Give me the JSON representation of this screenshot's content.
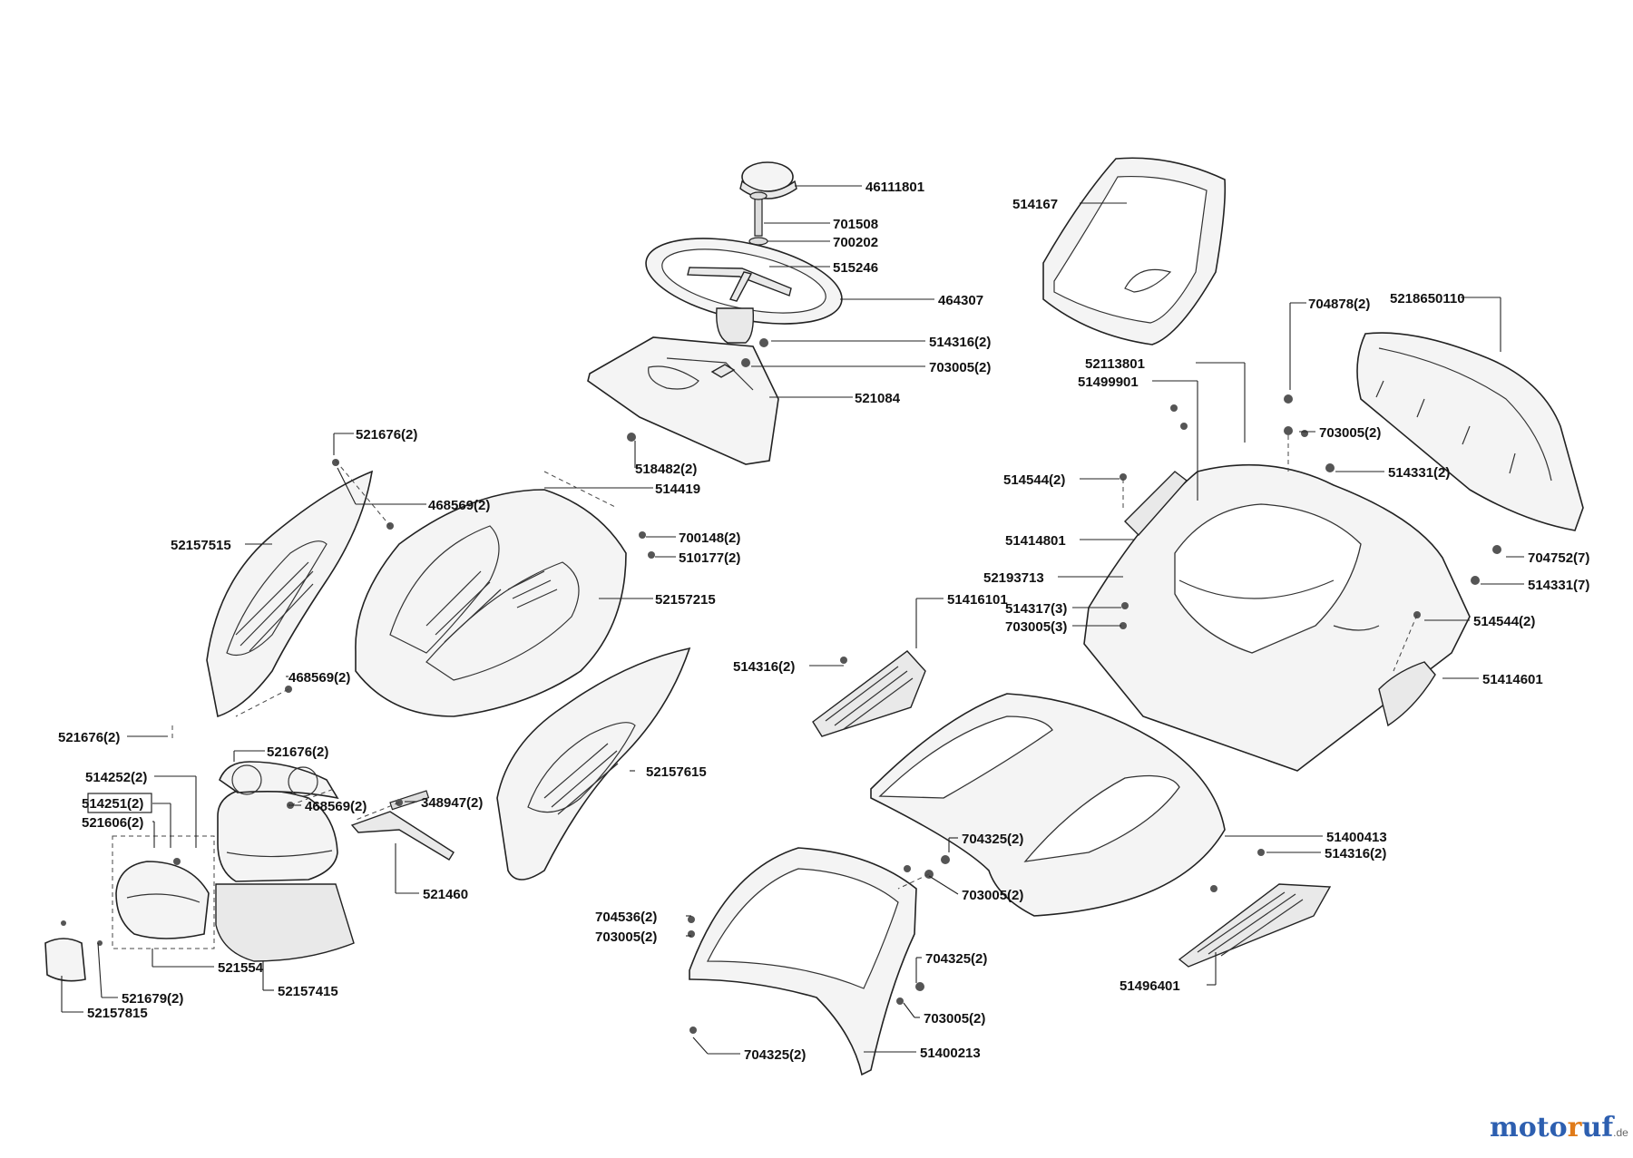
{
  "parts": {
    "p46111801": "46111801",
    "p701508": "701508",
    "p700202": "700202",
    "p515246": "515246",
    "p464307": "464307",
    "p514316_a": "514316(2)",
    "p703005_a": "703005(2)",
    "p521084": "521084",
    "p518482": "518482(2)",
    "p514419": "514419",
    "p521676_a": "521676(2)",
    "p468569_a": "468569(2)",
    "p52157515": "52157515",
    "p700148": "700148(2)",
    "p510177": "510177(2)",
    "p52157215": "52157215",
    "p468569_b": "468569(2)",
    "p521676_b": "521676(2)",
    "p521676_c": "521676(2)",
    "p514252": "514252(2)",
    "p514251": "514251(2)",
    "p521606": "521606(2)",
    "p468569_c": "468569(2)",
    "p348947": "348947(2)",
    "p521460": "521460",
    "p52157615": "52157615",
    "p521554": "521554",
    "p52157415": "52157415",
    "p521679": "521679(2)",
    "p52157815": "52157815",
    "p514167": "514167",
    "p704878": "704878(2)",
    "p5218650110": "5218650110",
    "p52113801": "52113801",
    "p51499901": "51499901",
    "p703005_b": "703005(2)",
    "p514331_a": "514331(2)",
    "p514544_a": "514544(2)",
    "p51414801": "51414801",
    "p704752": "704752(7)",
    "p52193713": "52193713",
    "p514331_b": "514331(7)",
    "p51416101": "51416101",
    "p514317": "514317(3)",
    "p703005_c": "703005(3)",
    "p514544_b": "514544(2)",
    "p514316_b": "514316(2)",
    "p51414601": "51414601",
    "p704325_a": "704325(2)",
    "p51400413": "51400413",
    "p514316_c": "514316(2)",
    "p703005_d": "703005(2)",
    "p704536": "704536(2)",
    "p703005_e": "703005(2)",
    "p704325_b": "704325(2)",
    "p703005_f": "703005(2)",
    "p51496401": "51496401",
    "p704325_c": "704325(2)",
    "p51400213": "51400213"
  },
  "brand": {
    "part1": "moto",
    "part2": "r",
    "part3": "uf",
    "tld": ".de"
  }
}
